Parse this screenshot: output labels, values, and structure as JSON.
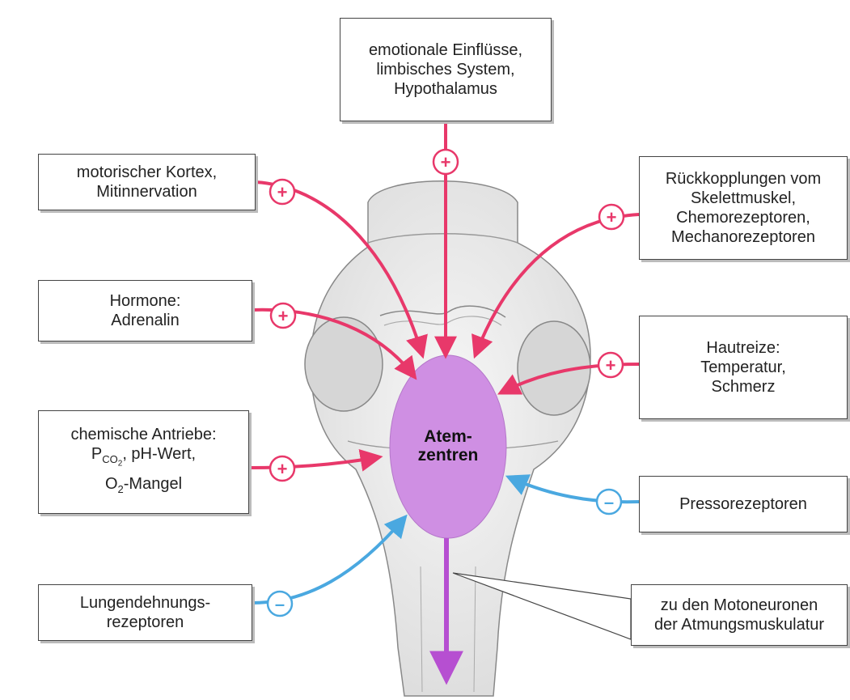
{
  "colors": {
    "activating": "#e8386a",
    "inhibiting": "#4aa8e0",
    "center": "#cf8fe3",
    "output": "#b64fd1",
    "brainstem": "#e9e9e9"
  },
  "center": {
    "line1": "Atem-",
    "line2": "zentren"
  },
  "inputs": {
    "top": {
      "lines": [
        "emotionale Einflüsse,",
        "limbisches System,",
        "Hypothalamus"
      ],
      "sign": "+"
    },
    "motor": {
      "lines": [
        "motorischer Kortex,",
        "Mitinnervation"
      ],
      "sign": "+"
    },
    "hormones": {
      "lines": [
        "Hormone:",
        "Adrenalin"
      ],
      "sign": "+"
    },
    "chemical": {
      "line1": "chemische Antriebe:",
      "pco2_p": "P",
      "pco2_co": "CO",
      "pco2_2": "2",
      "pco2_rest": ", pH-Wert,",
      "o2_o": "O",
      "o2_2": "2",
      "o2_rest": "-Mangel",
      "sign": "+"
    },
    "lung": {
      "lines": [
        "Lungendehnungs-",
        "rezeptoren"
      ],
      "sign": "–"
    },
    "feedback": {
      "lines": [
        "Rückkopplungen vom",
        "Skelettmuskel,",
        "Chemorezeptoren,",
        "Mechanorezeptoren"
      ],
      "sign": "+"
    },
    "skin": {
      "lines": [
        "Hautreize:",
        "Temperatur,",
        "Schmerz"
      ],
      "sign": "+"
    },
    "presso": {
      "lines": [
        "Pressorezeptoren"
      ],
      "sign": "–"
    }
  },
  "output": {
    "lines": [
      "zu den Motoneuronen",
      "der Atmungsmuskulatur"
    ]
  }
}
